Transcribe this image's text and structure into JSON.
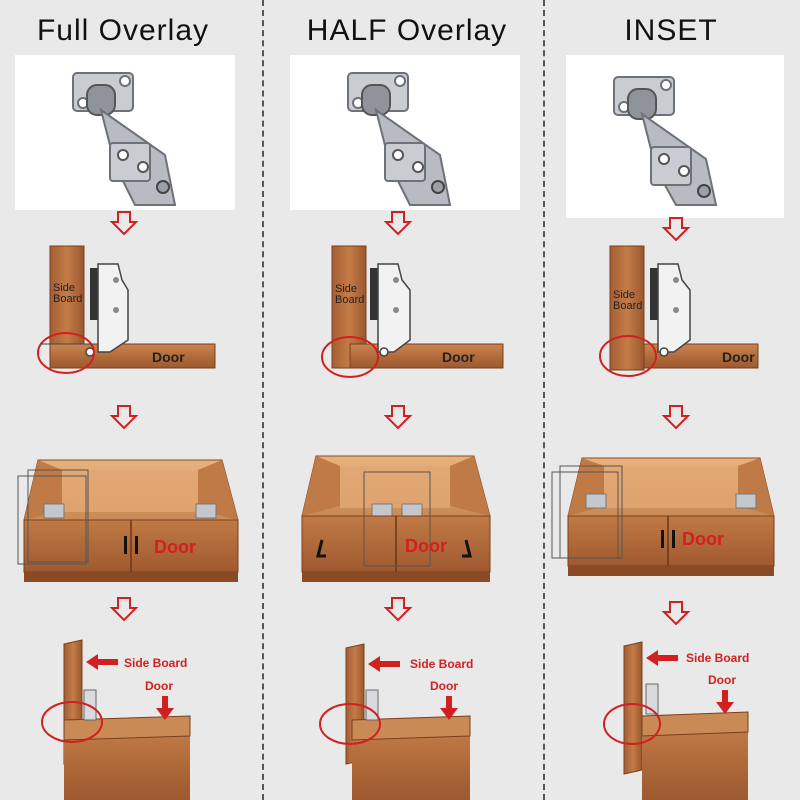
{
  "columns": [
    {
      "title": "Full Overlay",
      "side_label_line1": "Side",
      "side_label_line2": "Board",
      "door_label": "Door",
      "cabinet_door_label": "Door",
      "corner_side_label": "Side Board",
      "corner_door_label": "Door"
    },
    {
      "title": "HALF Overlay",
      "side_label_line1": "Side",
      "side_label_line2": "Board",
      "door_label": "Door",
      "cabinet_door_label": "Door",
      "corner_side_label": "Side Board",
      "corner_door_label": "Door"
    },
    {
      "title": "INSET",
      "side_label_line1": "Side",
      "side_label_line2": "Board",
      "door_label": "Door",
      "cabinet_door_label": "Door",
      "corner_side_label": "Side Board",
      "corner_door_label": "Door"
    }
  ],
  "colors": {
    "wood": "#b9703f",
    "wood_dark": "#8a4a25",
    "wood_light": "#d79a66",
    "accent_red": "#d21f1f",
    "metal": "#b8bcc2",
    "metal_dark": "#6c7278",
    "background": "#e9e9e9"
  }
}
